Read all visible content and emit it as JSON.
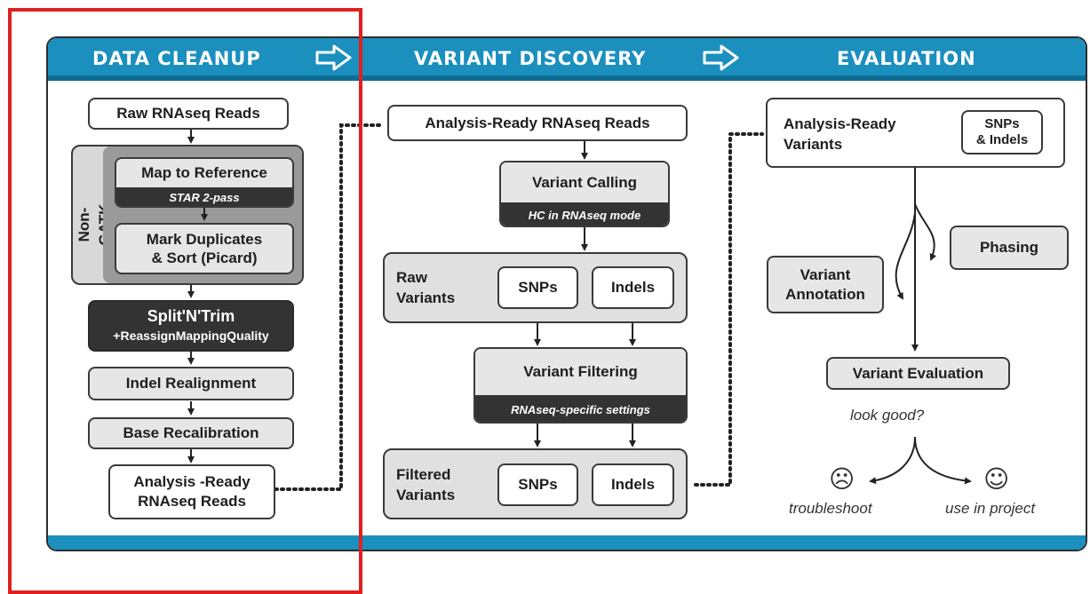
{
  "headers": {
    "cleanup": "DATA CLEANUP",
    "discovery": "VARIANT DISCOVERY",
    "evaluation": "EVALUATION"
  },
  "cleanup": {
    "raw_reads": "Raw RNAseq Reads",
    "non_gatk": "Non-GATK",
    "map_ref": "Map to Reference",
    "map_ref_sub": "STAR 2-pass",
    "mark_dup_1": "Mark Duplicates",
    "mark_dup_2": "& Sort (Picard)",
    "split": "Split'N'Trim",
    "split_sub": "+ReassignMappingQuality",
    "indel_realign": "Indel Realignment",
    "base_recal": "Base Recalibration",
    "ready_1": "Analysis -Ready",
    "ready_2": "RNAseq Reads"
  },
  "discovery": {
    "ready_reads": "Analysis-Ready RNAseq Reads",
    "variant_calling": "Variant Calling",
    "variant_calling_sub": "HC in RNAseq mode",
    "raw_1": "Raw",
    "raw_2": "Variants",
    "snps": "SNPs",
    "indels": "Indels",
    "filtering": "Variant Filtering",
    "filtering_sub": "RNAseq-specific settings",
    "filtered_1": "Filtered",
    "filtered_2": "Variants"
  },
  "evaluation": {
    "ready_1": "Analysis-Ready",
    "ready_2": "Variants",
    "snps_indels_1": "SNPs",
    "snps_indels_2": "& Indels",
    "phasing": "Phasing",
    "annot_1": "Variant",
    "annot_2": "Annotation",
    "var_eval": "Variant Evaluation",
    "look_good": "look good?",
    "sad": "☹",
    "happy": "☺",
    "troubleshoot": "troubleshoot",
    "use_in_project": "use in project"
  },
  "colors": {
    "header_blue": "#1b8fbe",
    "dark_box": "#333333",
    "gray_box": "#e6e6e6",
    "highlight": "#e02020"
  }
}
